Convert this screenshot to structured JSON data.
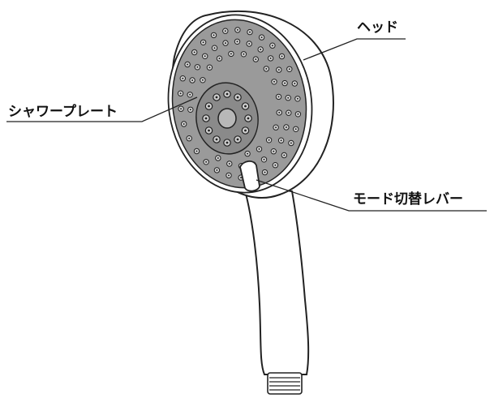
{
  "labels": {
    "head": "ヘッド",
    "shower_plate": "シャワープレート",
    "mode_lever": "モード切替レバー"
  },
  "colors": {
    "outline": "#222222",
    "plate_fill": "#9a9a9a",
    "body_fill": "#ffffff",
    "nozzle_fill": "#d6d6d6"
  }
}
